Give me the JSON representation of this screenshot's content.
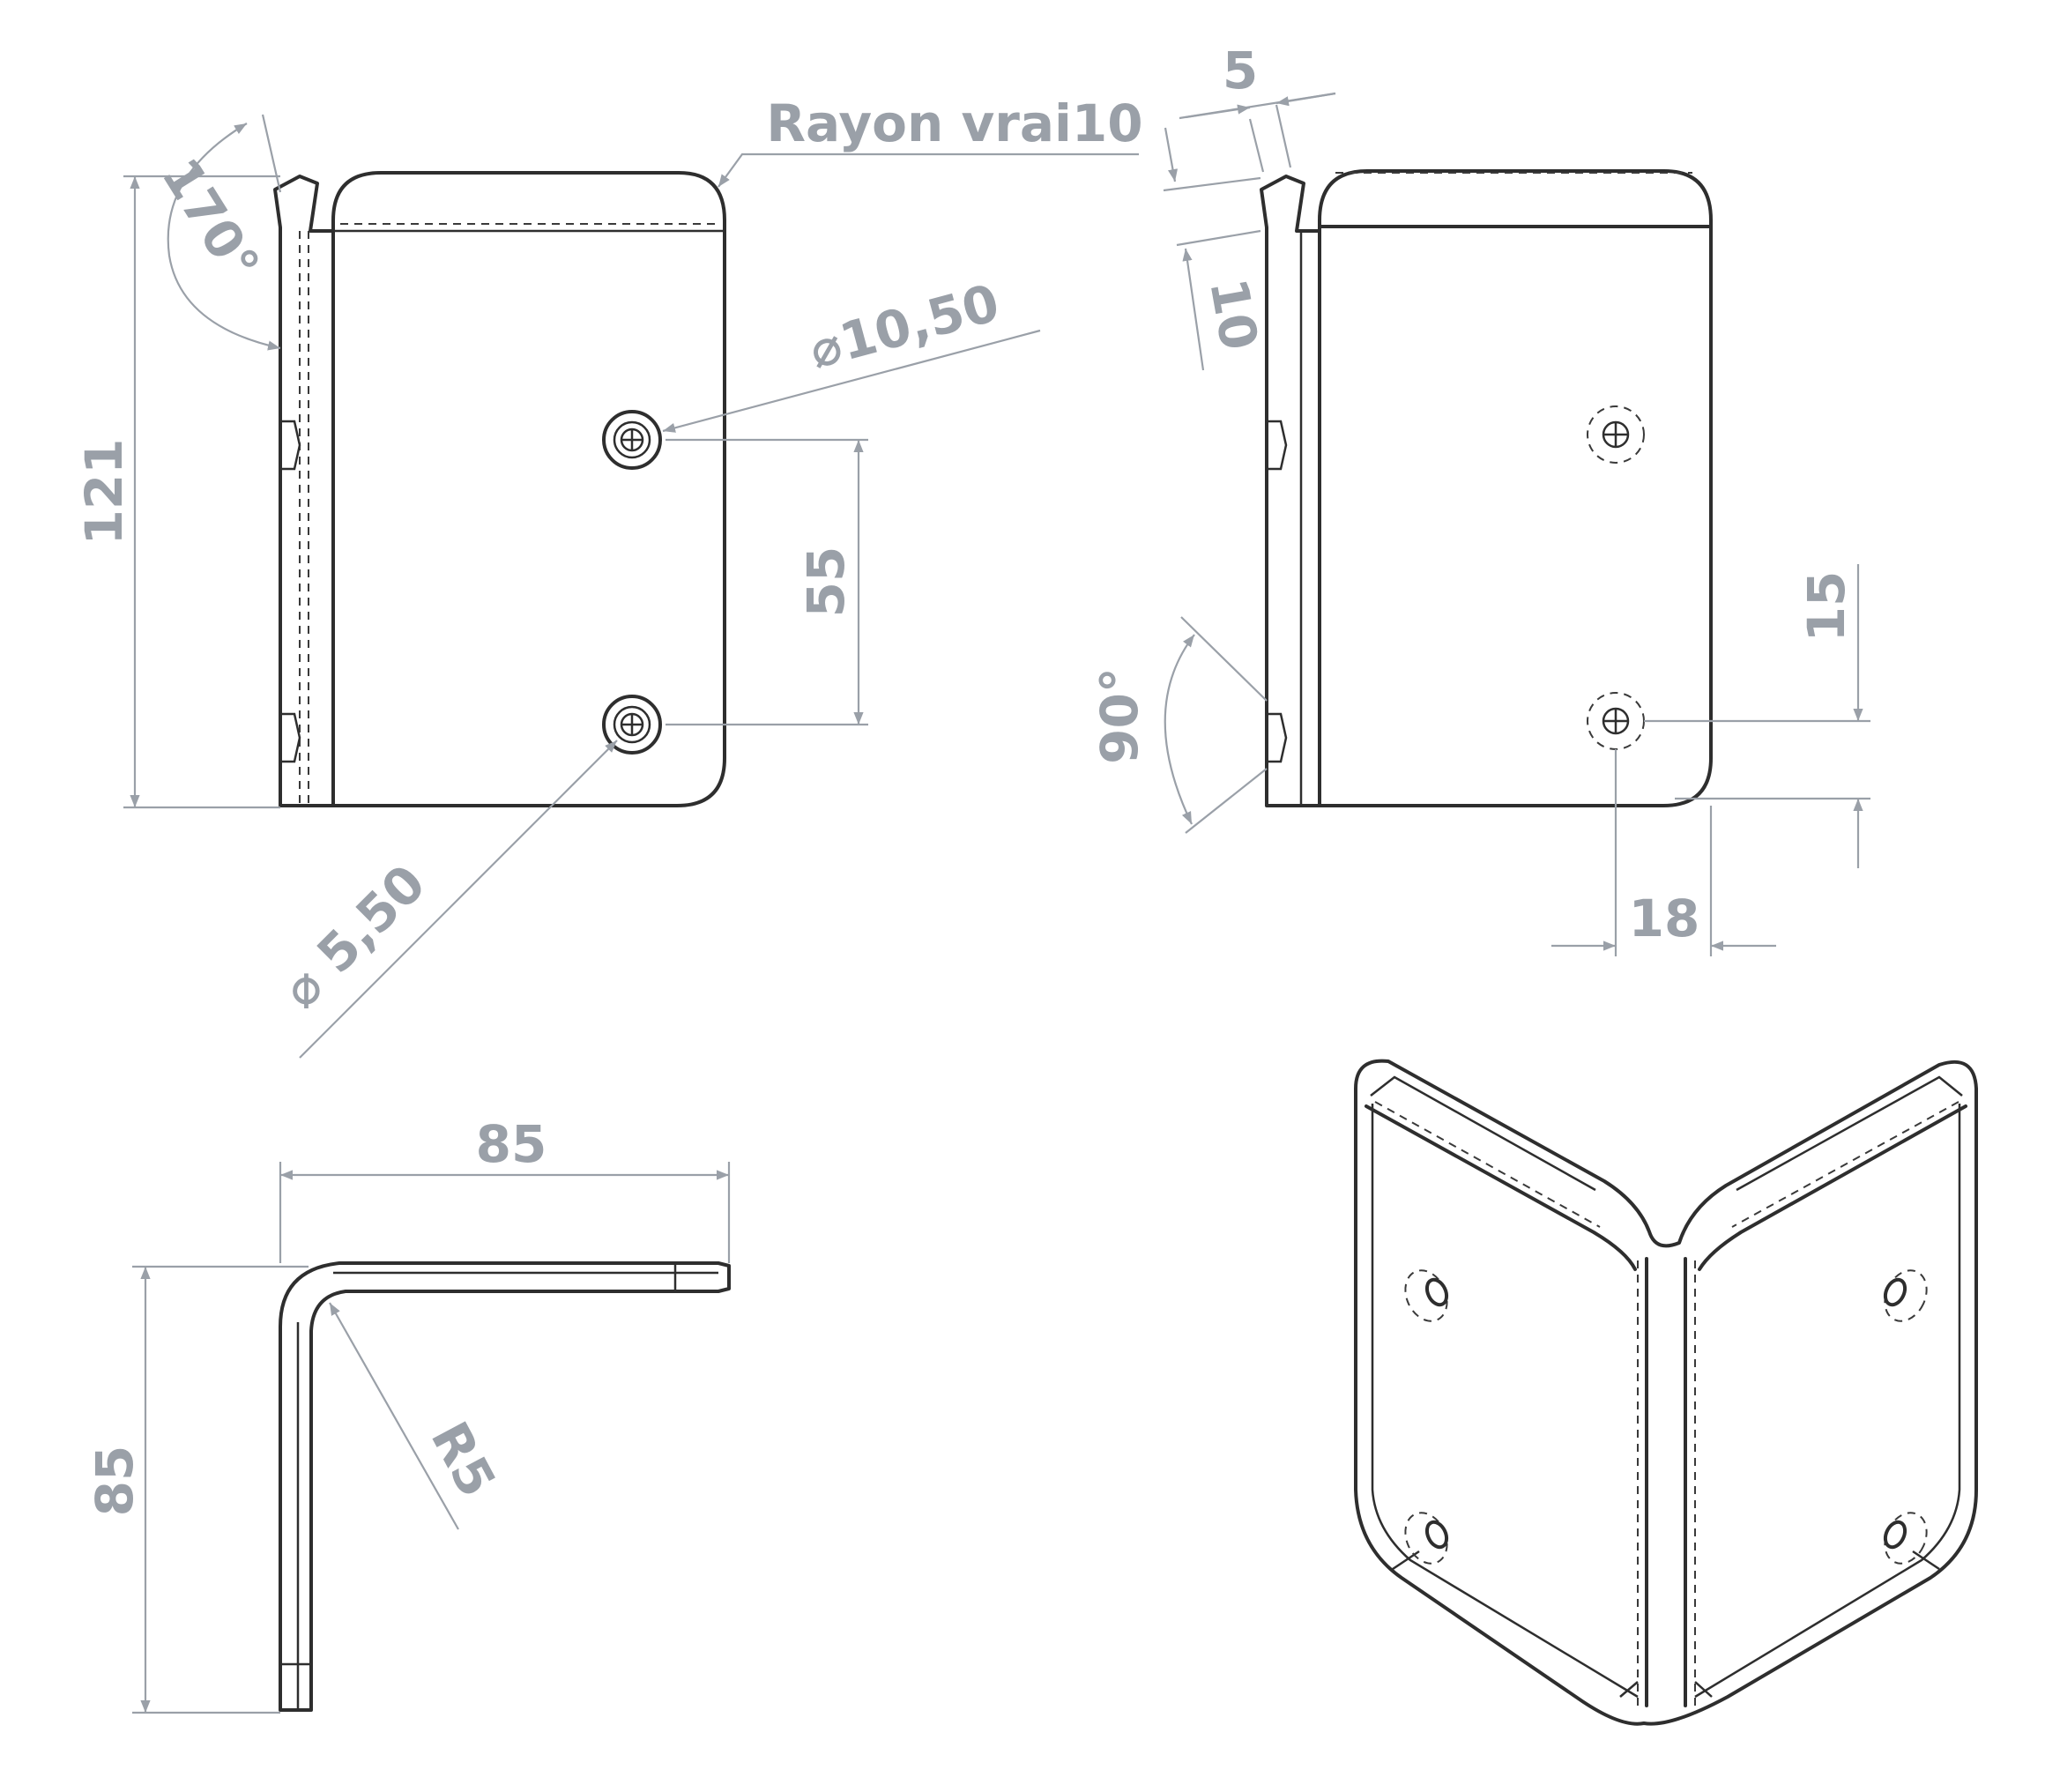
{
  "dimensions": {
    "rayon_vrai": "Rayon vrai10",
    "angle_170": "170°",
    "height_121": "121",
    "diameter_10_50": "10,50",
    "spacing_55": "55",
    "diameter_5_50": "5,50",
    "flange_5": "5",
    "flange_10": "10",
    "angle_90": "90°",
    "offset_15": "15",
    "offset_18": "18",
    "width_85_horizontal": "85",
    "height_85_vertical": "85",
    "bend_radius": "R5"
  },
  "colors": {
    "geometry": "#2e2e2e",
    "dimension": "#9aa0a8",
    "background": "#ffffff"
  }
}
